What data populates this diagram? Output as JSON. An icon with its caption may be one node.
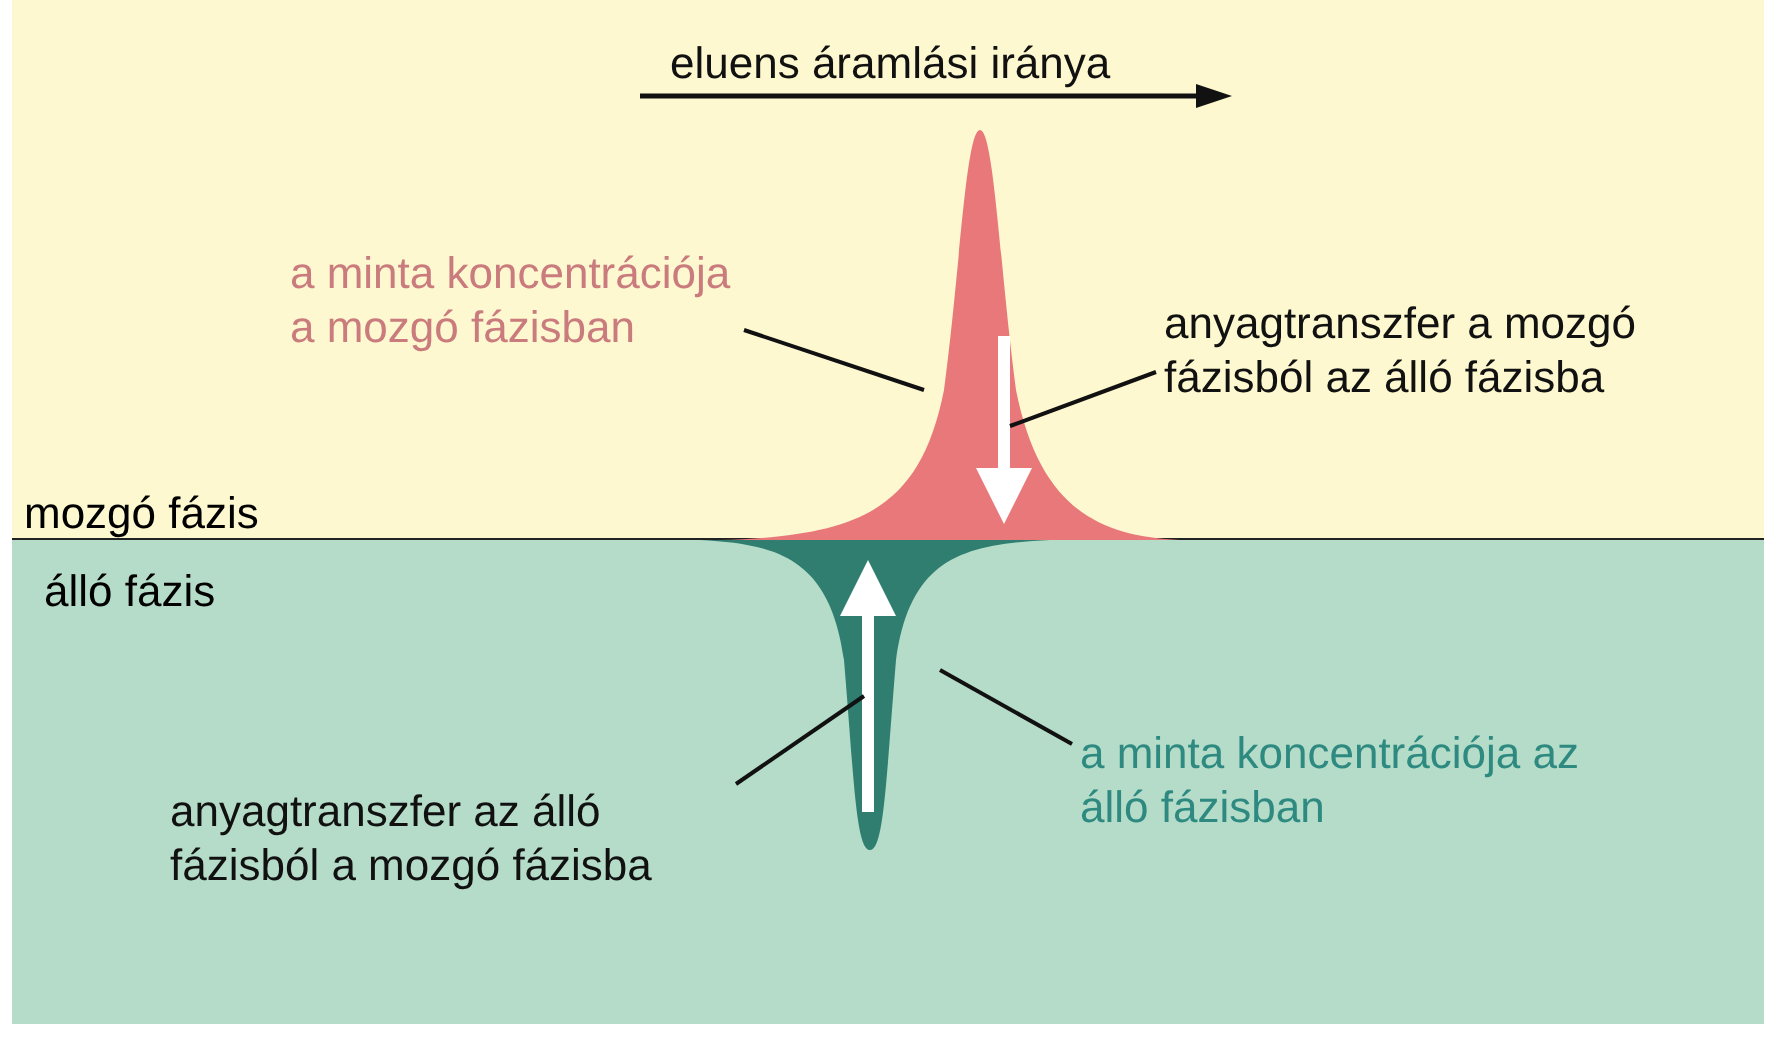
{
  "diagram": {
    "nodes": [
      {
        "text": [
          "mozgó fázis"
        ]
      },
      {
        "text": [
          "álló fázis"
        ]
      },
      {
        "text": [
          "a minta koncentrációja a mozgó fázisban"
        ],
        "in": 0
      },
      {
        "text": [],
        "shape": "curve",
        "in": 0
      },
      {
        "text": [
          "anyagtranszfer a mozgó fázisból az álló fázisba"
        ],
        "in": 0
      },
      {
        "text": [],
        "shape": "arrow",
        "in": 3
      },
      {
        "text": [
          "a minta koncentrációja az álló fázisban"
        ],
        "in": 1
      },
      {
        "text": [],
        "shape": "curve",
        "in": 1
      },
      {
        "text": [
          "anyagtranszfer az álló fázisból a mozgó fázisba"
        ],
        "in": 1
      },
      {
        "text": [],
        "shape": "arrow",
        "in": 7
      }
    ],
    "edges": [
      {
        "from": 2,
        "to": 3,
        "arrow": "none"
      },
      {
        "from": 4,
        "to": 5,
        "arrow": "none"
      },
      {
        "from": 6,
        "to": 7,
        "arrow": "none"
      },
      {
        "from": 8,
        "to": 9,
        "arrow": "none"
      }
    ],
    "labels": [
      "eluens áramlási iránya"
    ]
  }
}
